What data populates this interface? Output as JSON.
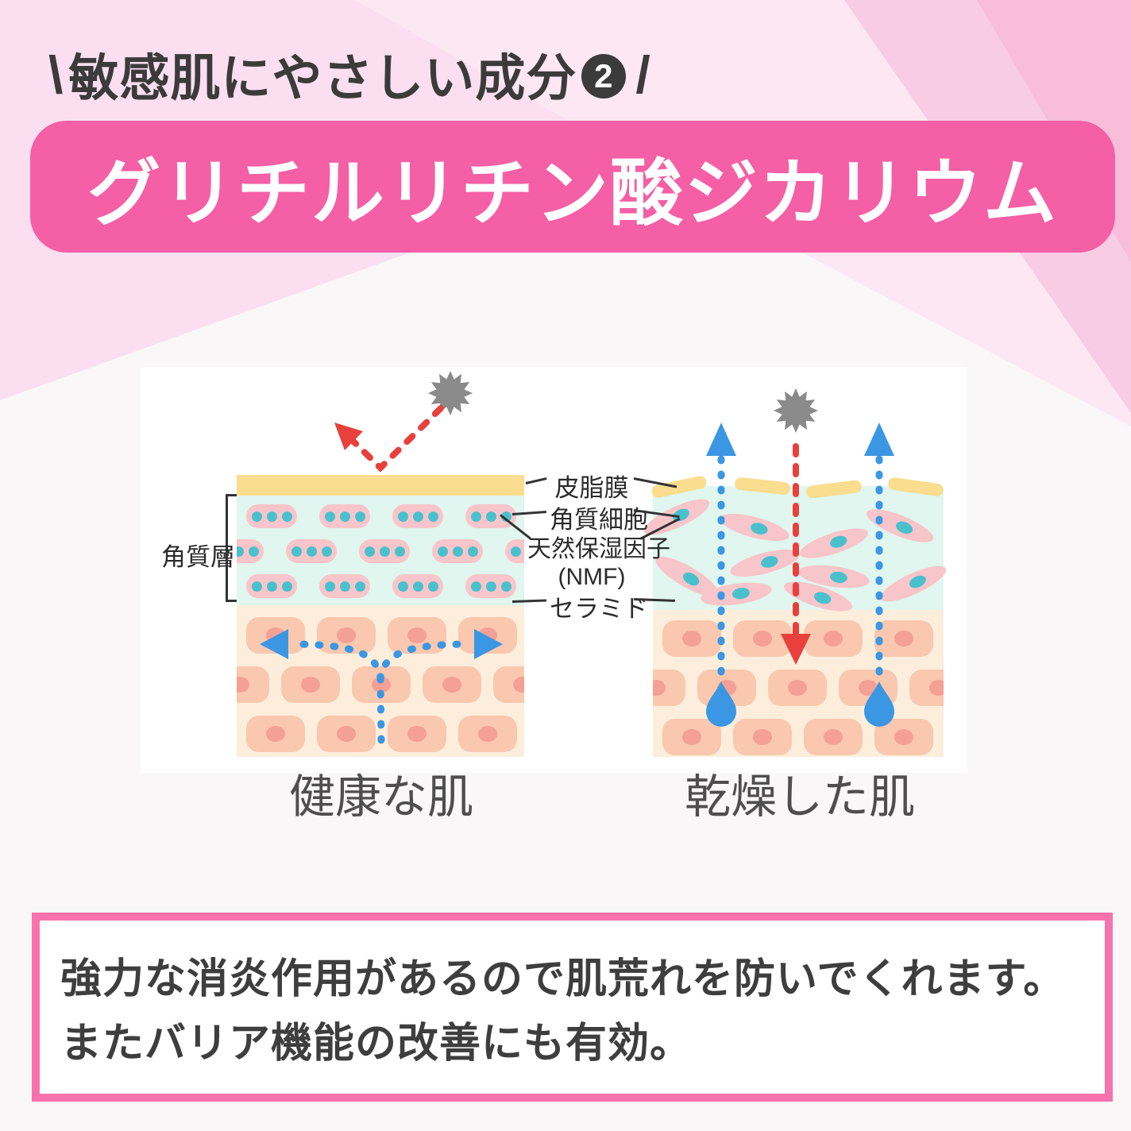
{
  "header": {
    "slash_open": "\\",
    "title": "敏感肌にやさしい成分",
    "number": "2",
    "slash_close": "/"
  },
  "banner": {
    "text": "グリチルリチン酸ジカリウム"
  },
  "diagram": {
    "labels": {
      "sebum": "皮脂膜",
      "corneocyte": "角質細胞",
      "nmf_line1": "天然保湿因子",
      "nmf_line2": "(NMF)",
      "ceramide": "セラミド",
      "stratum_corneum": "角質層"
    },
    "captions": {
      "healthy": "健康な肌",
      "dry": "乾燥した肌"
    }
  },
  "footer": {
    "line1": "強力な消炎作用があるので肌荒れを防いでくれます。",
    "line2": "またバリア機能の改善にも有効。"
  },
  "colors": {
    "base_pink": "#FBDFF0",
    "wedge_light": "#FCE7F3",
    "wedge_med": "#F9CCE5",
    "wedge_deep": "#F7BDDB",
    "band_white": "#F9F7F8",
    "banner_pink": "#F55FA5",
    "border_pink": "#F873AE",
    "title_dark": "#3B3B3B",
    "label_dark": "#2B2B2B",
    "caption_gray": "#4E4E4E",
    "footer_text": "#3E3E3E",
    "sebum_yellow": "#FADD8F",
    "cyan": "#E0F6EE",
    "cell_pink": "#F8C5CA",
    "dot_teal": "#4AC0CD",
    "dermis_bg": "#FDEEDC",
    "dermis_cell": "#FAC7AF",
    "dermis_nucleus": "#F4A095",
    "moist_blue": "#3B97E3",
    "uv_red": "#E8403C",
    "sun_gray": "#8A8A8A"
  }
}
